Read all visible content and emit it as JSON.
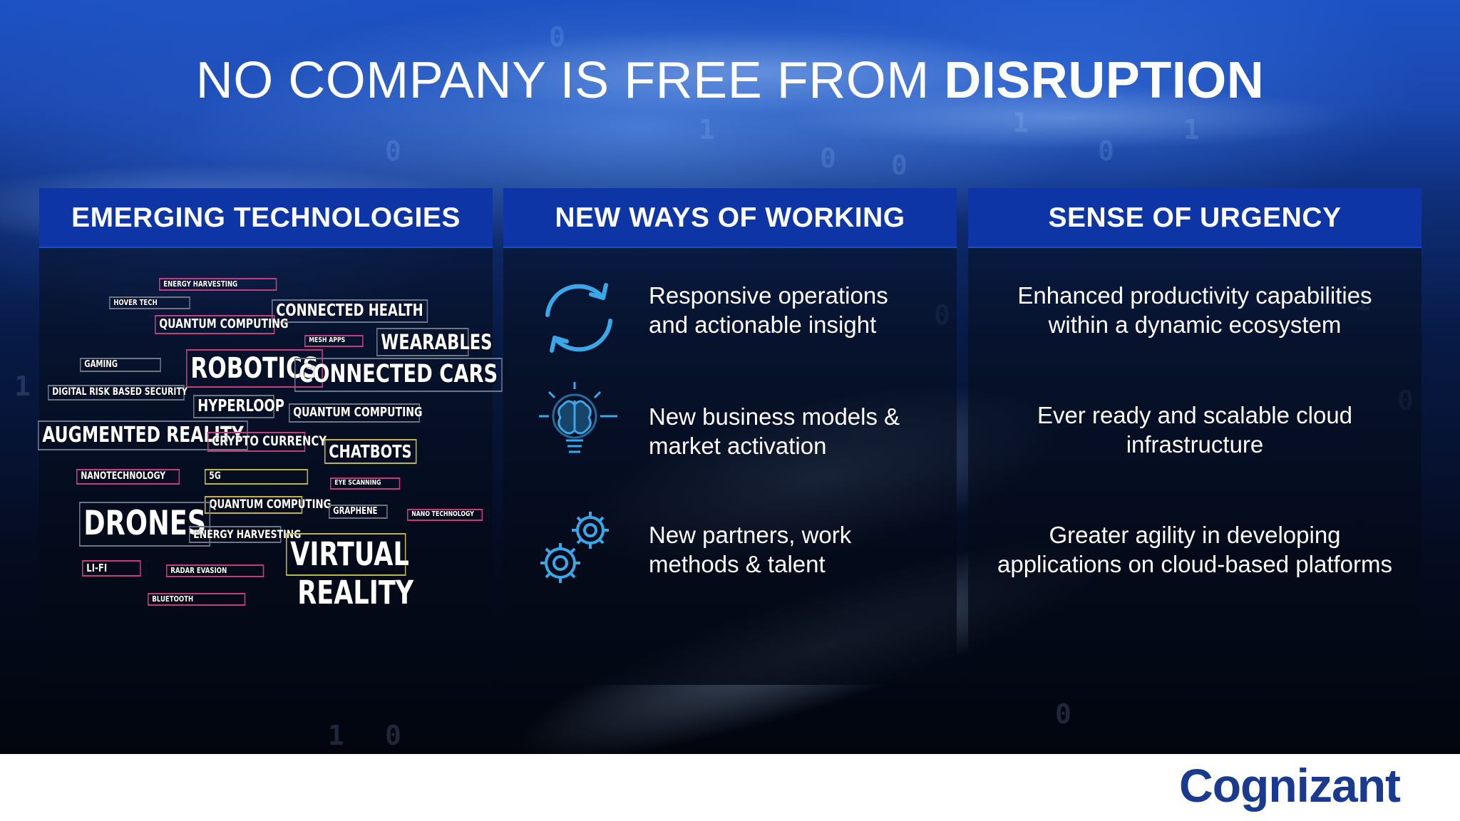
{
  "title": {
    "prefix": "NO COMPANY IS FREE FROM ",
    "emphasis": "DISRUPTION"
  },
  "panels": [
    {
      "header": "EMERGING TECHNOLOGIES",
      "tags": [
        "ENERGY HARVESTING",
        "HOVER TECH",
        "CONNECTED HEALTH",
        "QUANTUM COMPUTING",
        "MESH APPS",
        "WEARABLES",
        "GAMING",
        "ROBOTICS",
        "CONNECTED CARS",
        "DIGITAL RISK BASED SECURITY",
        "HYPERLOOP",
        "QUANTUM COMPUTING",
        "AUGMENTED REALITY",
        "CRYPTO CURRENCY",
        "CHATBOTS",
        "NANOTECHNOLOGY",
        "5G",
        "EYE SCANNING",
        "QUANTUM COMPUTING",
        "GRAPHENE",
        "NANO TECHNOLOGY",
        "DRONES",
        "ENERGY HARVESTING",
        "VIRTUAL",
        "REALITY",
        "LI-FI",
        "RADAR EVASION",
        "BLUETOOTH"
      ]
    },
    {
      "header": "NEW WAYS OF WORKING",
      "items": [
        {
          "icon": "refresh-cycle-icon",
          "text_1": "Responsive operations",
          "text_2": "and actionable insight"
        },
        {
          "icon": "brain-lightbulb-icon",
          "text_1": "New business models &",
          "text_2": "market activation"
        },
        {
          "icon": "gears-icon",
          "text_1": "New partners, work",
          "text_2": "methods & talent"
        }
      ]
    },
    {
      "header": "SENSE OF URGENCY",
      "items": [
        {
          "text_1": "Enhanced productivity capabilities",
          "text_2": "within a dynamic ecosystem"
        },
        {
          "text_1": "Ever ready and scalable cloud",
          "text_2": "infrastructure"
        },
        {
          "text_1": "Greater agility in developing",
          "text_2": "applications on cloud-based platforms"
        }
      ]
    }
  ],
  "logo": "Cognizant",
  "colors": {
    "header_blue": "#0d35a6",
    "icon_cyan": "#3aa8e8",
    "logo_navy": "#1a3a8f"
  }
}
